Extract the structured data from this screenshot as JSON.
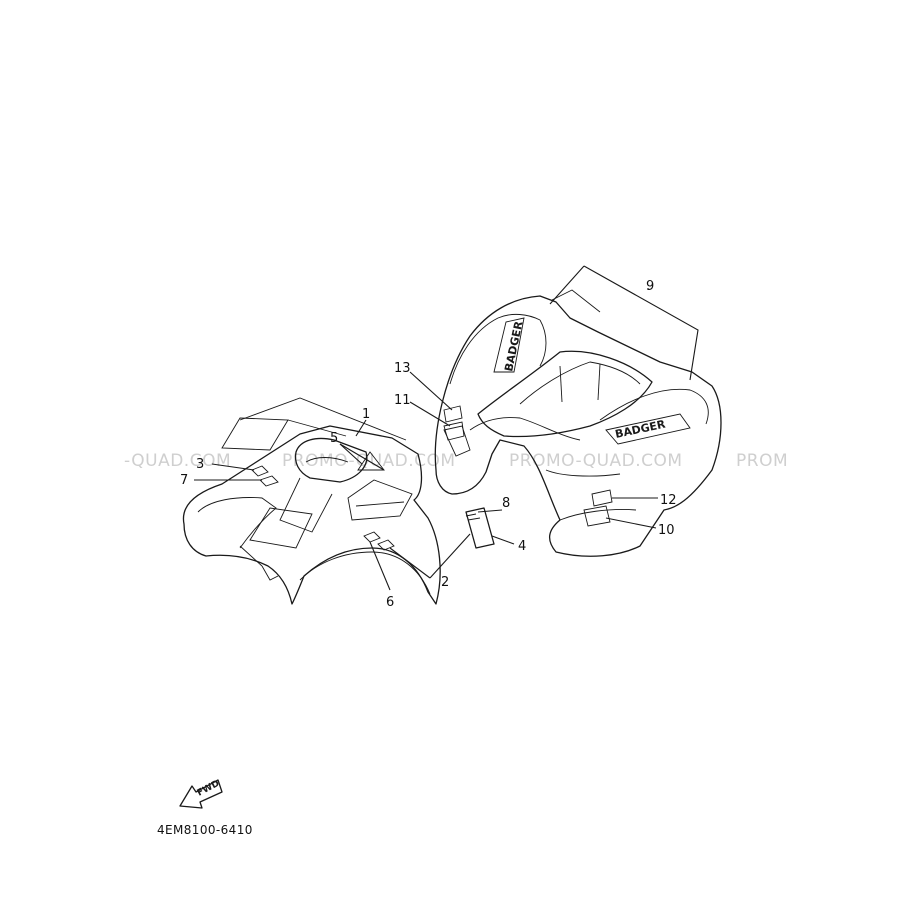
{
  "watermark": {
    "left": "-QUAD.COM",
    "mid": "PROMO-QUAD.COM",
    "right": "PROMO-QUAD.COM",
    "far": "PROM"
  },
  "fender_logos": {
    "rear_side": "BADGER",
    "rear_top": "BADGER"
  },
  "fwd_label": "FWD",
  "part_code": "4EM8100-6410",
  "callouts": {
    "c1": "1",
    "c2": "2",
    "c3": "3",
    "c4": "4",
    "c5": "5",
    "c6": "6",
    "c7": "7",
    "c8": "8",
    "c9": "9",
    "c10": "10",
    "c11": "11",
    "c12": "12",
    "c13": "13"
  }
}
